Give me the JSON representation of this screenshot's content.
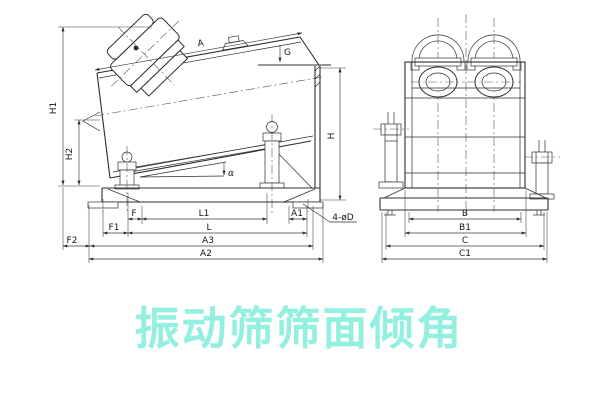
{
  "title": {
    "text": "振动筛筛面倾角",
    "color": "#93EFE0"
  },
  "drawing_type": "vibrating screen outline drawing, side view and end view",
  "side_view": {
    "labels": {
      "a": "A",
      "g": "G",
      "h1": "H1",
      "h2": "H2",
      "h": "H",
      "alpha": "α",
      "f": "F",
      "l1": "L1",
      "a1": "A1",
      "holes": "4-øD",
      "f1": "F1",
      "l": "L",
      "f2": "F2",
      "a3": "A3",
      "a2": "A2"
    }
  },
  "front_view": {
    "labels": {
      "b": "B",
      "b1": "B1",
      "c": "C",
      "c1": "C1"
    }
  },
  "colors": {
    "line": "#2e2e2e",
    "label": "#161616",
    "title": "#93EFE0",
    "background": "#ffffff"
  }
}
